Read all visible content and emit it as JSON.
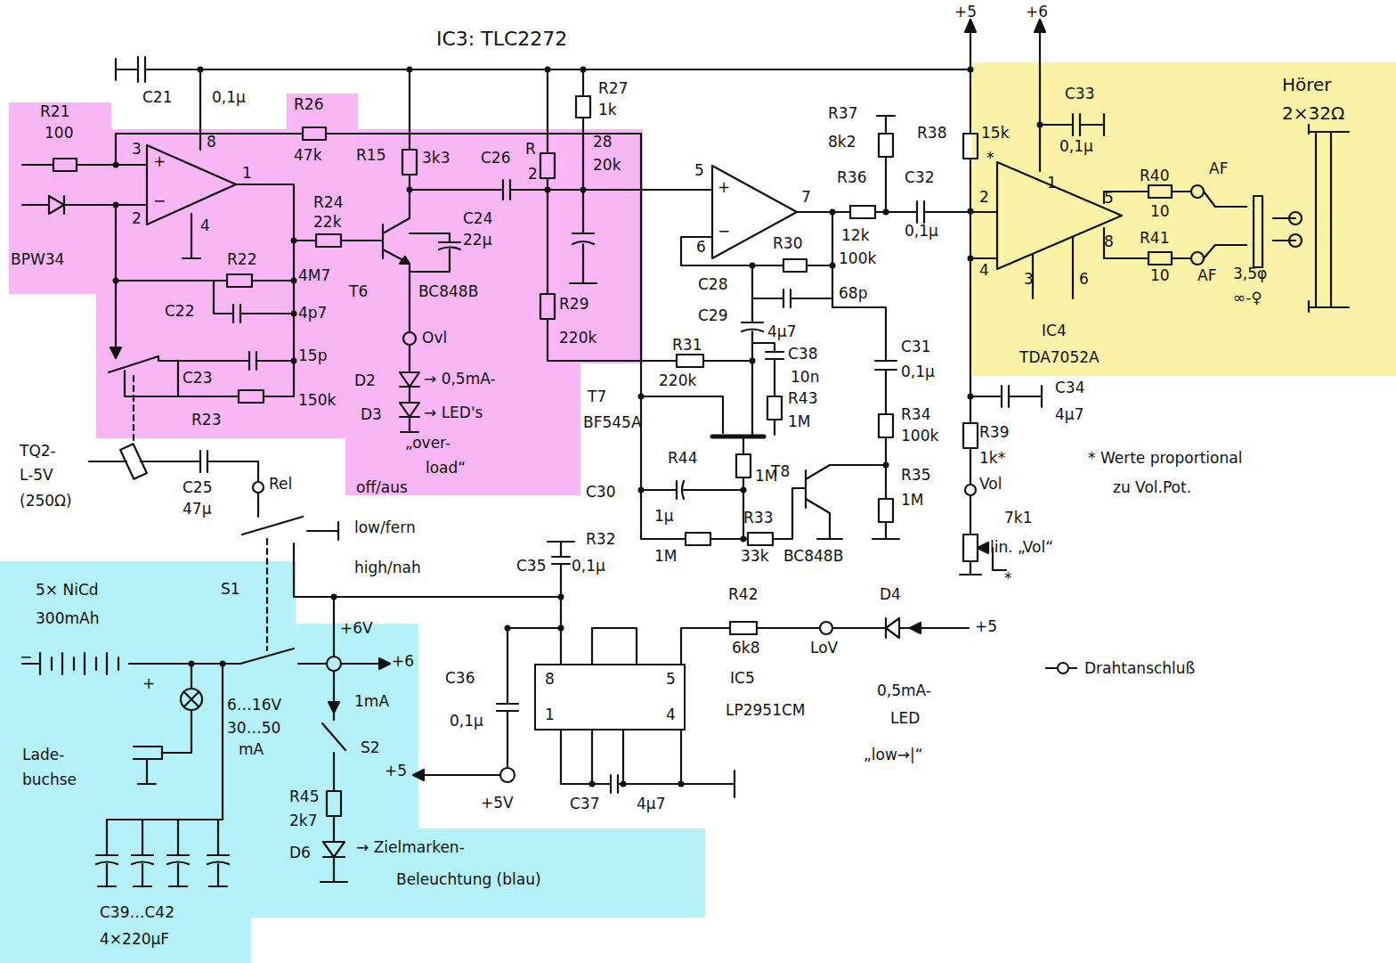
{
  "diagram": {
    "nodes": [
      {
        "text": [
          "8",
          "5",
          "1",
          "4"
        ]
      }
    ],
    "labels": [
      "IC3: TLC2272",
      "+5",
      "+6",
      "C21",
      "0,1µ",
      "R27",
      "1k",
      "R21",
      "100",
      "R26",
      "3",
      "8",
      "1",
      "47k",
      "R15",
      "3k3",
      "C26",
      "R",
      "2",
      "28",
      "20k",
      "+",
      "−",
      "2",
      "4",
      "R24",
      "22k",
      "C24",
      "22µ",
      "BPW34",
      "R22",
      "4M7",
      "T6",
      "BC848B",
      "C22",
      "4p7",
      "Ovl",
      "R29",
      "220k",
      "C23",
      "15p",
      "D2",
      "→ 0,5mA-",
      "150k",
      "R23",
      "D3",
      "→ LED's",
      "„over-",
      "load“",
      "TQ2-",
      "L-5V",
      "(250Ω)",
      "C25",
      "47µ",
      "Rel",
      "off/aus",
      "low/fern",
      "high/nah",
      "5",
      "+",
      "−",
      "7",
      "6",
      "R37",
      "8k2",
      "R38",
      "15k",
      "*",
      "C33",
      "0,1µ",
      "Hörer",
      "2×32Ω",
      "R36",
      "C32",
      "12k",
      "0,1µ",
      "R30",
      "100k",
      "C28",
      "68p",
      "C29",
      "4µ7",
      "C31",
      "0,1µ",
      "R31",
      "C38",
      "220k",
      "10n",
      "T7",
      "R43",
      "BF545A",
      "1M",
      "R44",
      "1M",
      "R34",
      "100k",
      "T8",
      "R35",
      "1M",
      "C30",
      "R33",
      "1µ",
      "R32",
      "1M",
      "33k",
      "BC848B",
      "2",
      "1",
      "4",
      "3",
      "6",
      "R40",
      "AF",
      "5",
      "10",
      "8",
      "R41",
      "10",
      "AF",
      "3,5φ",
      "∞-♀",
      "IC4",
      "TDA7052A",
      "C34",
      "4µ7",
      "R39",
      "1k*",
      "* Werte proportional",
      "zu Vol.Pot.",
      "Vol",
      "7k1",
      "lin. „Vol“",
      "*",
      "5× NiCd",
      "300mAh",
      "S1",
      "C35",
      "0,1µ",
      "R42",
      "D4",
      "+5",
      "+6V",
      "+6",
      "−",
      "+",
      "6k8",
      "LoV",
      "C36",
      "IC5",
      "6…16V",
      "1mA",
      "0,5mA-",
      "0,1µ",
      "LP2951CM",
      "LED",
      "30…50",
      "mA",
      "S2",
      "Lade-",
      "buchse",
      "„low→|“",
      "+5",
      "R45",
      "2k7",
      "+5V",
      "C37",
      "4µ7",
      "D6",
      "→ Zielmarken-",
      "Beleuchtung (blau)",
      "C39…C42",
      "4×220µF"
    ],
    "legend": [
      {
        "text": "Drahtanschluß"
      }
    ]
  }
}
